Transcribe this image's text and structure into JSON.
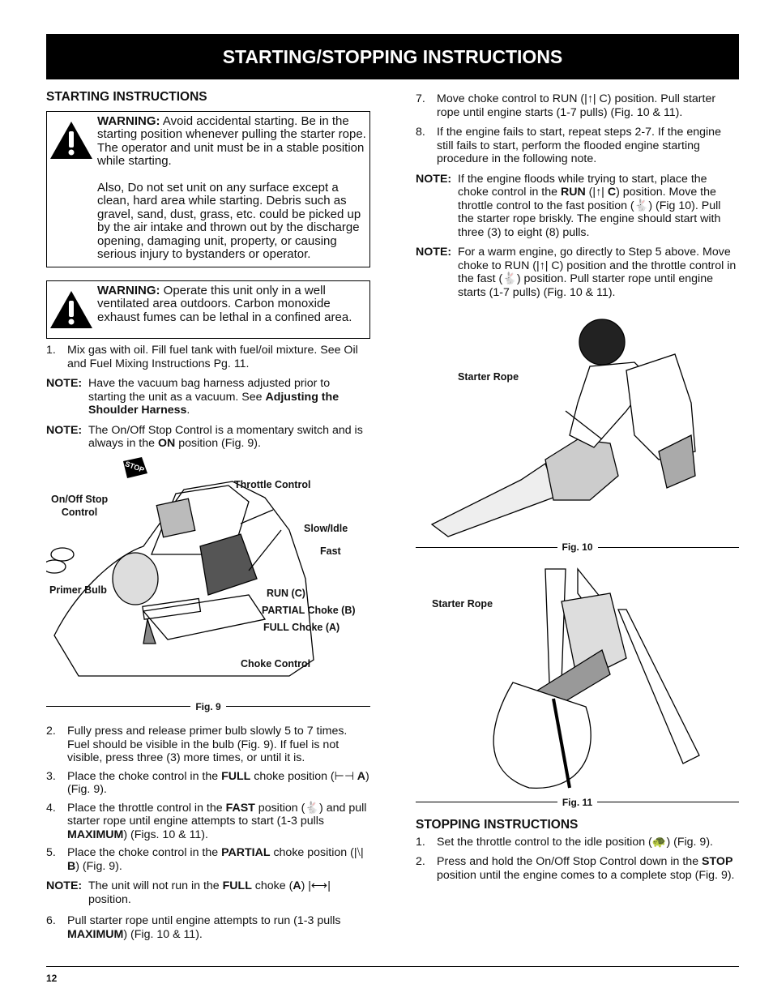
{
  "banner": "STARTING/STOPPING INSTRUCTIONS",
  "start": {
    "heading": "STARTING INSTRUCTIONS",
    "warning1_label": "WARNING:",
    "warning1_text": " Avoid accidental starting. Be in the starting position whenever pulling the starter rope. The operator and unit must be in a stable position while starting.",
    "warning1_text2": "Also, Do not set unit on any surface except a clean, hard area while starting. Debris such as gravel, sand, dust, grass, etc. could be picked up by the air intake and thrown out by the discharge opening, damaging unit, property, or causing serious injury to bystanders or operator.",
    "warning2_label": "WARNING:",
    "warning2_text": " Operate this unit only in a well ventilated area outdoors. Carbon monoxide exhaust fumes can be lethal in a confined area.",
    "step1_n": "1.",
    "step1": "Mix gas with oil. Fill fuel tank with fuel/oil mixture. See Oil and Fuel Mixing Instructions Pg. 11.",
    "note_label": "NOTE:",
    "note1_a": "Have the vacuum bag harness adjusted prior to starting the unit as a vacuum. See ",
    "note1_b": "Adjusting the Shoulder Harness",
    "note1_c": ".",
    "note2_a": "The On/Off Stop Control is a momentary switch and is always in the ",
    "note2_b": "ON",
    "note2_c": " position (Fig. 9).",
    "fig9": {
      "caption": "Fig. 9",
      "stop": "STOP",
      "onoff": "On/Off Stop",
      "onoff2": "Control",
      "throttle": "Throttle Control",
      "slow": "Slow/Idle",
      "fast": "Fast",
      "primer": "Primer Bulb",
      "run": "RUN (C)",
      "partial": "PARTIAL Choke (B)",
      "full": "FULL Choke (A)",
      "choke": "Choke Control"
    },
    "step2_n": "2.",
    "step2": "Fully press and release primer bulb slowly 5 to 7 times. Fuel should be visible in the bulb (Fig. 9). If fuel is not visible, press three (3) more times, or until it is.",
    "step3_n": "3.",
    "step3_a": "Place the choke control in the ",
    "step3_b": "FULL",
    "step3_c": " choke position (",
    "step3_d": " A",
    "step3_e": ") (Fig. 9).",
    "step4_n": "4.",
    "step4_a": "Place the throttle control in the ",
    "step4_b": "FAST",
    "step4_c": " position (",
    "step4_d": ") and pull starter rope until engine attempts to start (1-3 pulls ",
    "step4_e": "MAXIMUM",
    "step4_f": ") (Figs. 10 & 11).",
    "step5_n": "5.",
    "step5_a": "Place the choke control in the ",
    "step5_b": "PARTIAL",
    "step5_c": " choke position (",
    "step5_d": " B",
    "step5_e": ") (Fig. 9).",
    "note3_a": "The unit will not run in the ",
    "note3_b": "FULL",
    "note3_c": " choke (",
    "note3_d": "A",
    "note3_e": ") ",
    "note3_f": " position.",
    "step6_n": "6.",
    "step6_a": "Pull starter rope until engine attempts to run (1-3 pulls ",
    "step6_b": "MAXIMUM",
    "step6_c": ") (Fig. 10 & 11)."
  },
  "right": {
    "step7_n": "7.",
    "step7_a": "Move choke control to RUN (",
    "step7_b": " C) position. Pull starter rope until engine starts (1-7 pulls) (Fig. 10 & 11).",
    "step8_n": "8.",
    "step8": "If the engine fails to start, repeat steps 2-7. If the engine still fails to start, perform the flooded engine starting procedure in the following note.",
    "note4_a": "If the engine floods while trying to start, place the choke control in the ",
    "note4_b": "RUN",
    "note4_c": " (",
    "note4_d": " C",
    "note4_e": ") position. Move the throttle control to the fast position (",
    "note4_f": ") (Fig 10). Pull the starter rope briskly. The engine should start with three (3) to eight (8) pulls.",
    "note5_a": "For a warm engine, go directly to Step 5 above. Move choke to RUN (",
    "note5_b": " C) position and the throttle control in the fast (",
    "note5_c": ") position. Pull starter rope until engine starts (1-7 pulls) (Fig. 10 & 11).",
    "fig10_caption": "Fig. 10",
    "fig10_label": "Starter Rope",
    "fig11_caption": "Fig. 11",
    "fig11_label": "Starter Rope"
  },
  "stop": {
    "heading": "STOPPING INSTRUCTIONS",
    "step1_n": "1.",
    "step1_a": "Set the throttle control to the idle position (",
    "step1_b": ") (Fig. 9).",
    "step2_n": "2.",
    "step2_a": "Press and hold the On/Off Stop Control down in the ",
    "step2_b": "STOP",
    "step2_c": " position until the engine comes to a complete stop (Fig. 9)."
  },
  "page_number": "12"
}
